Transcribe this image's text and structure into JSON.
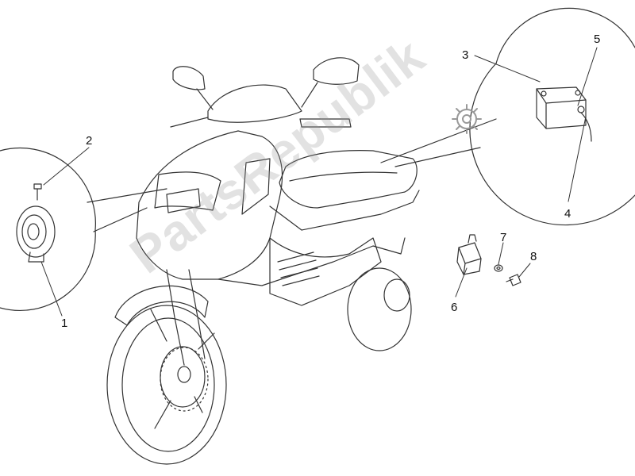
{
  "watermark": {
    "text": "PartsRepublik"
  },
  "callouts": [
    {
      "id": "1",
      "label": "1"
    },
    {
      "id": "2",
      "label": "2"
    },
    {
      "id": "3",
      "label": "3"
    },
    {
      "id": "4",
      "label": "4"
    },
    {
      "id": "5",
      "label": "5"
    },
    {
      "id": "6",
      "label": "6"
    },
    {
      "id": "7",
      "label": "7"
    },
    {
      "id": "8",
      "label": "8"
    }
  ],
  "colors": {
    "line": "#333333",
    "watermark": "#969696"
  }
}
